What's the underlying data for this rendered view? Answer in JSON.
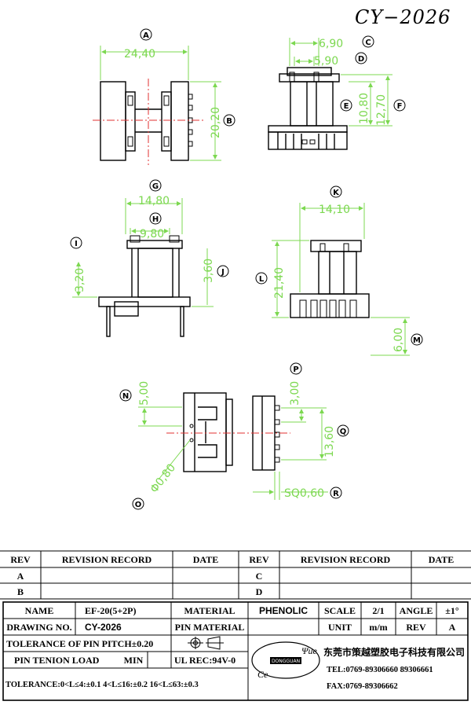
{
  "header": {
    "part_code": "CY−2026"
  },
  "dimensions": {
    "a": "24,40",
    "b": "20,20",
    "c": "6,90",
    "d": "5,90",
    "e": "10,80",
    "f": "12,70",
    "g": "14,80",
    "h": "9,80",
    "i": "3,20",
    "j": "3,60",
    "k": "14,10",
    "l": "21,40",
    "m": "6,00",
    "n": "5,00",
    "o": "Φ0,80",
    "p": "3,00",
    "q": "13,60",
    "r": "SQ0,60"
  },
  "callouts": [
    "A",
    "B",
    "C",
    "D",
    "E",
    "F",
    "G",
    "H",
    "I",
    "J",
    "K",
    "L",
    "M",
    "N",
    "O",
    "P",
    "Q",
    "R"
  ],
  "revision_table": {
    "headers": {
      "rev": "REV",
      "record": "REVISION RECORD",
      "date": "DATE"
    },
    "rows_left": [
      "A",
      "B"
    ],
    "rows_right": [
      "C",
      "D"
    ]
  },
  "title_block": {
    "name_label": "NAME",
    "name_value": "EF-20(5+2P)",
    "material_label": "MATERIAL",
    "material_value": "PHENOLIC",
    "scale_label": "SCALE",
    "scale_value": "2/1",
    "angle_label": "ANGLE",
    "angle_value": "±1°",
    "drawing_no_label": "DRAWING NO.",
    "drawing_no_value": "CY-2026",
    "pin_material_label": "PIN MATERIAL",
    "unit_label": "UNIT",
    "unit_value": "m/m",
    "rev_label": "REV",
    "rev_value": "A",
    "pitch_tolerance": "TOLERANCE OF PIN PITCH±0.20",
    "pin_tension_label": "PIN TENION LOAD",
    "pin_tension_value": "MIN",
    "ul_rec": "UL REC:94V-0",
    "tolerance": "TOLERANCE:0<L≤4:±0.1  4<L≤16:±0.2  16<L≤63:±0.3",
    "company_cn": "东莞市策越塑胶电子科技有限公司",
    "tel": "TEL:0769-89306660  89306661",
    "fax": "FAX:0769-89306662",
    "logo_letters": {
      "yue": "Ψue",
      "ce": "Ce",
      "badge": "DONGGUAN"
    }
  },
  "colors": {
    "dimension": "#7cd850",
    "centerline": "#e03030",
    "outline": "#000000"
  }
}
